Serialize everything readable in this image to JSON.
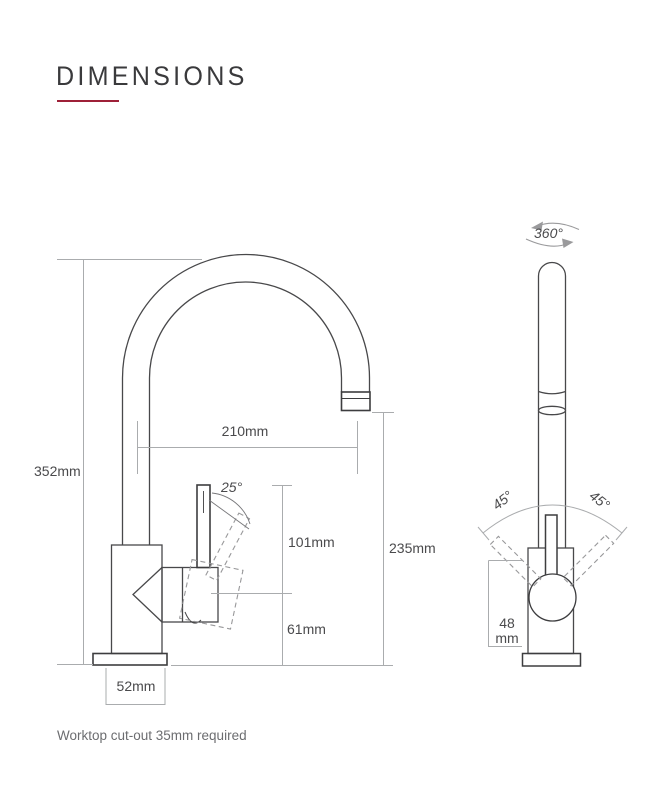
{
  "title": {
    "text": "DIMENSIONS"
  },
  "colors": {
    "accent_red": "#9e2038",
    "outline_gray": "#48484a",
    "dimension_gray": "#aaacae",
    "label_gray": "#4a4a4c",
    "note_gray": "#6c6d70"
  },
  "side_view": {
    "name": "tap side elevation",
    "labels": {
      "overall_height": "352mm",
      "spout_reach": "210mm",
      "handle_angle": "25°",
      "handle_height": "101mm",
      "body_height": "61mm",
      "spout_clearance": "235mm",
      "base_width": "52mm"
    }
  },
  "front_view": {
    "name": "tap front elevation",
    "labels": {
      "spout_rotation": "360°",
      "handle_swing_left": "45°",
      "handle_swing_right": "45°",
      "base_depth_value": "48",
      "base_depth_unit": "mm"
    }
  },
  "footnote": {
    "text": "Worktop cut-out 35mm required"
  }
}
